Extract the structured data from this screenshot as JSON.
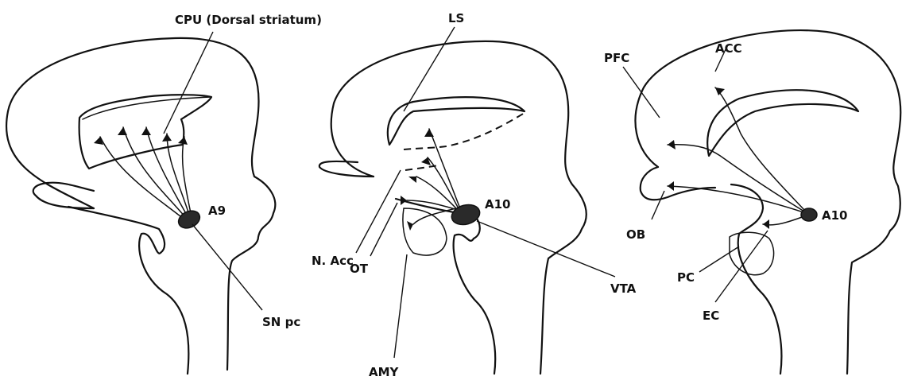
{
  "panels": {
    "nigrostriatal": {
      "labels": {
        "cpu": "CPU (Dorsal striatum)",
        "a9": "A9",
        "sn_pc": "SN pc"
      }
    },
    "mesolimbic": {
      "labels": {
        "ls": "LS",
        "a10": "A10",
        "n_acc": "N. Acc",
        "ot": "OT",
        "amy": "AMY",
        "vta": "VTA"
      }
    },
    "mesocortical": {
      "labels": {
        "pfc": "PFC",
        "acc": "ACC",
        "ob": "OB",
        "a10": "A10",
        "pc": "PC",
        "ec": "EC"
      }
    }
  }
}
